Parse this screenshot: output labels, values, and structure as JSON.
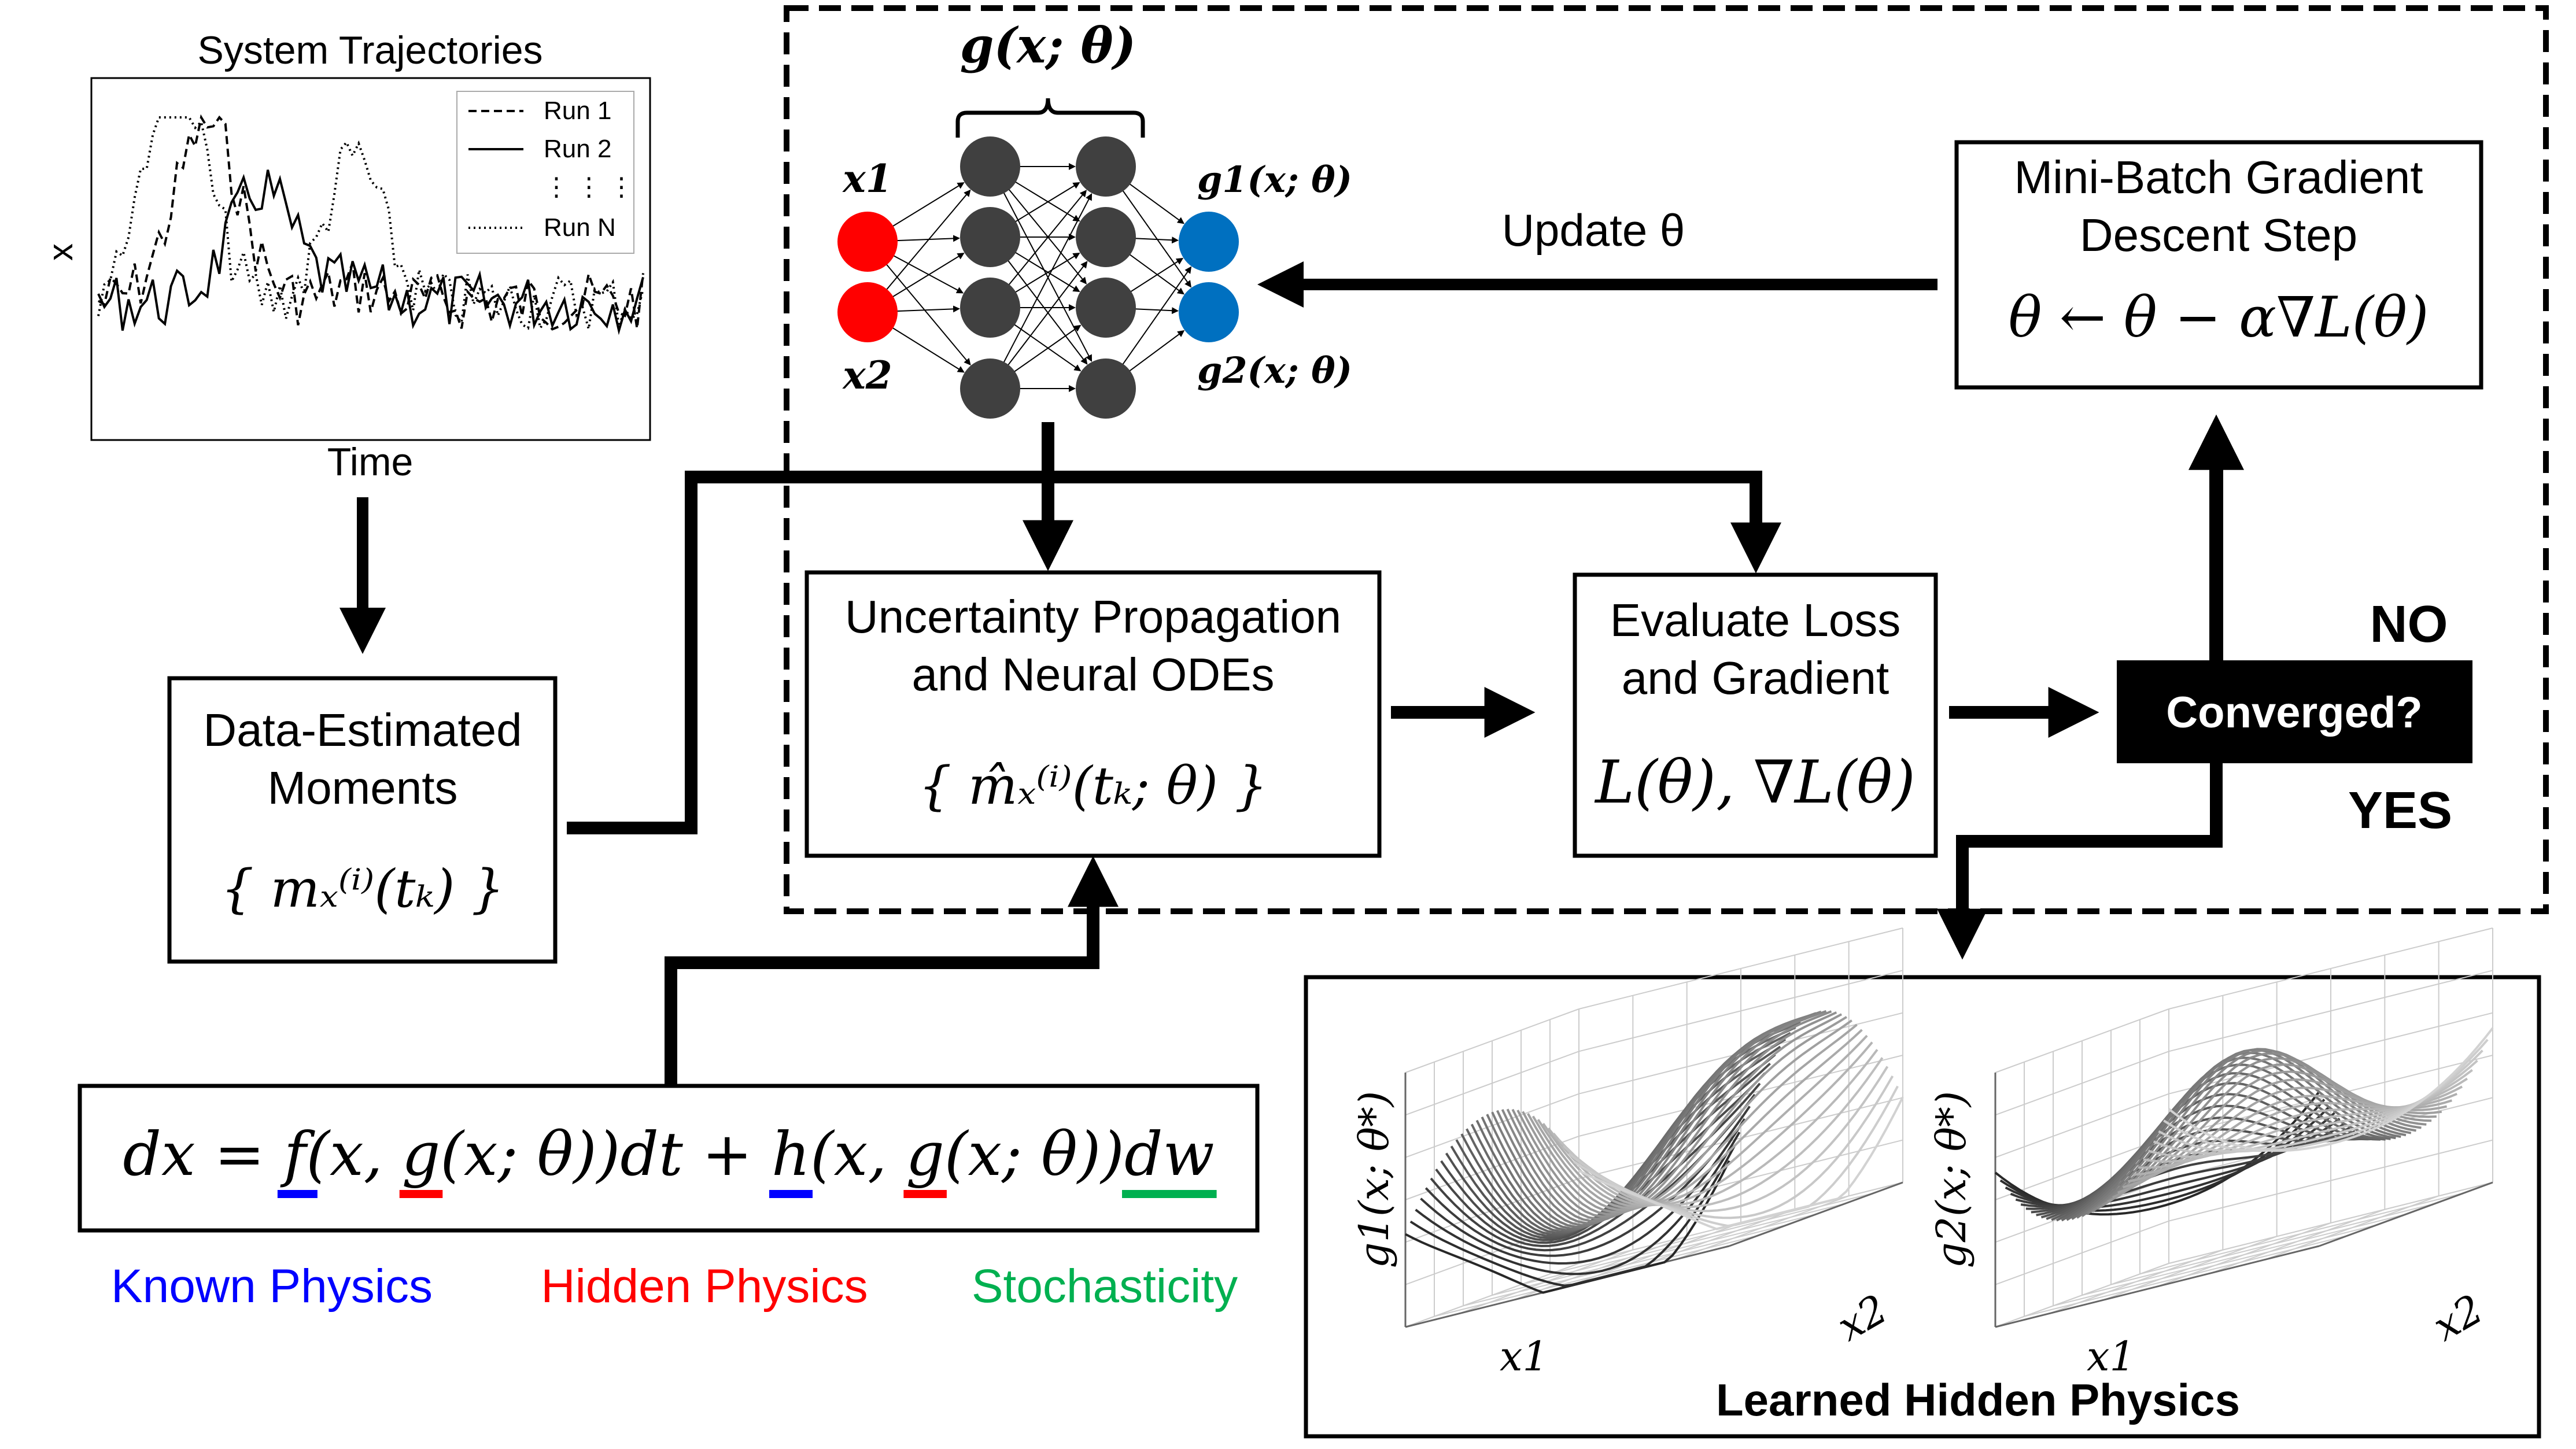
{
  "trajectories": {
    "title": "System Trajectories",
    "xlabel": "Time",
    "ylabel": "x",
    "legend": [
      {
        "label": "Run 1",
        "style": "dashed"
      },
      {
        "label": "Run 2",
        "style": "solid"
      },
      {
        "label": "⋮ ⋮ ⋮",
        "style": "none"
      },
      {
        "label": "Run N",
        "style": "dotted"
      }
    ]
  },
  "network": {
    "title": "g(x; θ)",
    "input_labels": [
      "x1",
      "x2"
    ],
    "output_labels": [
      "g1(x; θ)",
      "g2(x; θ)"
    ],
    "input_color": "#ff0000",
    "output_color": "#0070c0",
    "hidden_color": "#404040"
  },
  "update_label": "Update θ",
  "boxes": {
    "moments": {
      "line1": "Data-Estimated",
      "line2": "Moments",
      "formula": "{ mₓ⁽ⁱ⁾(tₖ) }"
    },
    "propagation": {
      "line1": "Uncertainty Propagation",
      "line2": "and Neural ODEs",
      "formula": "{ m̂ₓ⁽ⁱ⁾(tₖ; θ) }"
    },
    "loss": {
      "line1": "Evaluate Loss",
      "line2": "and Gradient",
      "formula": "L(θ), ∇L(θ)"
    },
    "gradient": {
      "line1": "Mini-Batch Gradient",
      "line2": "Descent Step",
      "formula": "θ ← θ − α∇L(θ)"
    },
    "converged": {
      "label": "Converged?",
      "no": "NO",
      "yes": "YES"
    }
  },
  "sde": {
    "parts": [
      "dx = ",
      "f",
      "(x, ",
      "g",
      "(x; θ))dt + ",
      "h",
      "(x, ",
      "g",
      "(x; θ))",
      "dw"
    ]
  },
  "legend_terms": [
    {
      "label": "Known Physics",
      "color": "#0000ff"
    },
    {
      "label": "Hidden Physics",
      "color": "#ff0000"
    },
    {
      "label": "Stochasticity",
      "color": "#00b050"
    }
  ],
  "surfaces": {
    "caption": "Learned Hidden Physics",
    "left": {
      "zlabel": "g1(x; θ*)",
      "xlabel": "x1",
      "ylabel": "x2"
    },
    "right": {
      "zlabel": "g2(x; θ*)",
      "xlabel": "x1",
      "ylabel": "x2"
    }
  }
}
